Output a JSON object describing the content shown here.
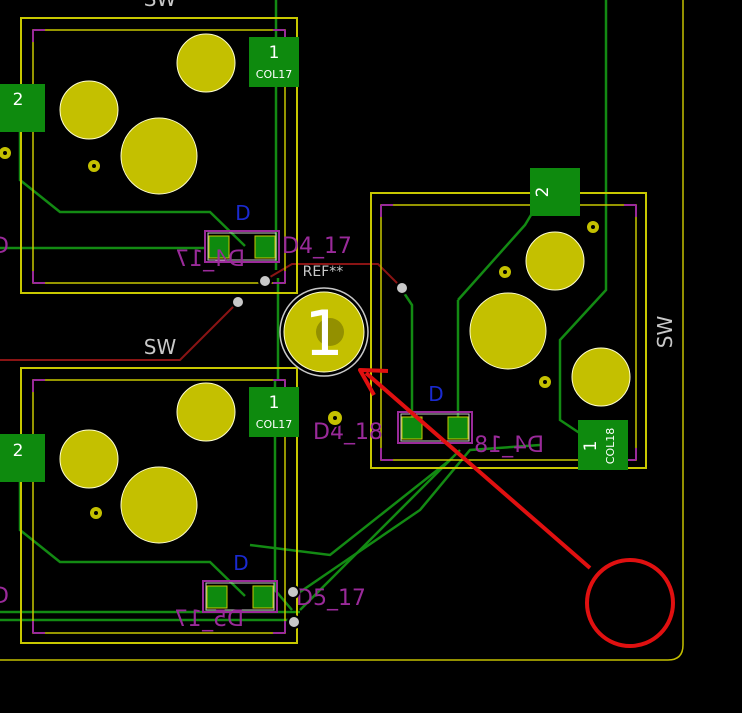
{
  "colors": {
    "background": "#000000",
    "silkscreen": "#c8c800",
    "fab": "#9a2a9a",
    "trace_front": "#138a13",
    "trace_back": "#8a1414",
    "pad_thru": "#c4c000",
    "pad_smd": "#0e8a0e",
    "courtyard": "#c8c8c8",
    "arrow": "#e01010",
    "edge": "#c4c000",
    "blue_text": "#1a2ad0"
  },
  "switches": {
    "top_left": {
      "ref": "SW",
      "pin1_num": "1",
      "pin1_net": "COL17",
      "pin2_num": "2"
    },
    "right": {
      "ref": "SW",
      "pin1_num": "1",
      "pin1_net": "COL18",
      "pin2_num": "2"
    },
    "bottom_left": {
      "ref": "SW",
      "pin1_num": "1",
      "pin1_net": "COL17",
      "pin2_num": "2"
    }
  },
  "diodes": {
    "d4_17": {
      "silk_letter": "D",
      "ref_front": "D4_17",
      "ref_back": "D4_17"
    },
    "d4_18": {
      "silk_letter": "D",
      "ref_front": "D4_18",
      "ref_back": "D4_18"
    },
    "d5_17": {
      "silk_letter": "D",
      "ref_front": "D5_17",
      "ref_back": "D5_17"
    }
  },
  "hole": {
    "label": "1",
    "ref_text": "REF**"
  },
  "annotation": {
    "arrow_color": "#e01010",
    "circle_color": "#e01010"
  }
}
